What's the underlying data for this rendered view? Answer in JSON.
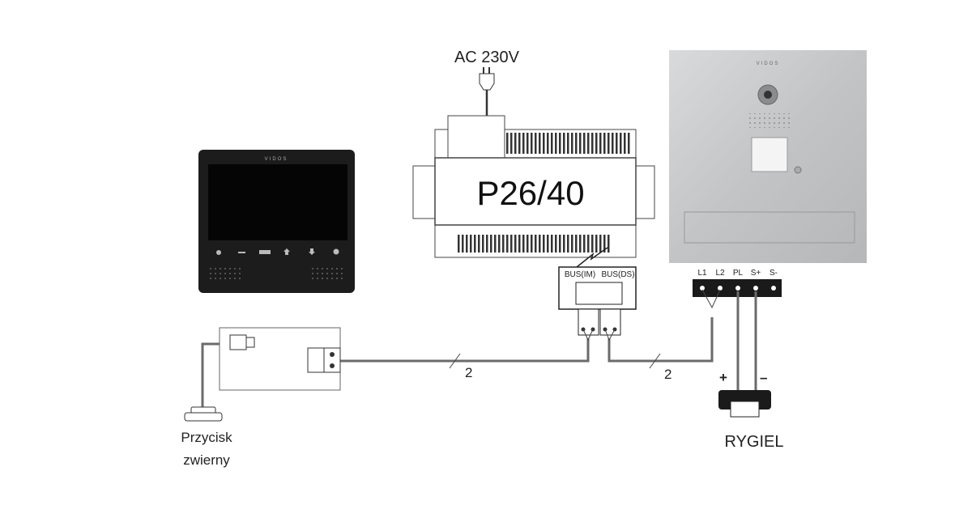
{
  "monitor": {
    "brand": "VIDOS"
  },
  "power_supply": {
    "input_label": "AC 230V",
    "model": "P26/40",
    "bus_im_label": "BUS(IM)",
    "bus_ds_label": "BUS(DS)"
  },
  "door_station": {
    "brand": "VIDOS",
    "terminals": [
      "L1",
      "L2",
      "PL",
      "S+",
      "S-"
    ]
  },
  "wires": {
    "im_count": "2",
    "ds_count": "2",
    "plus": "+",
    "minus": "–"
  },
  "lock": {
    "label": "RYGIEL"
  },
  "button": {
    "label_line1": "Przycisk",
    "label_line2": "zwierny"
  },
  "colors": {
    "wire": "#6b6b6b",
    "device": "#1a1a1a",
    "panel": "#c9cbcd"
  }
}
